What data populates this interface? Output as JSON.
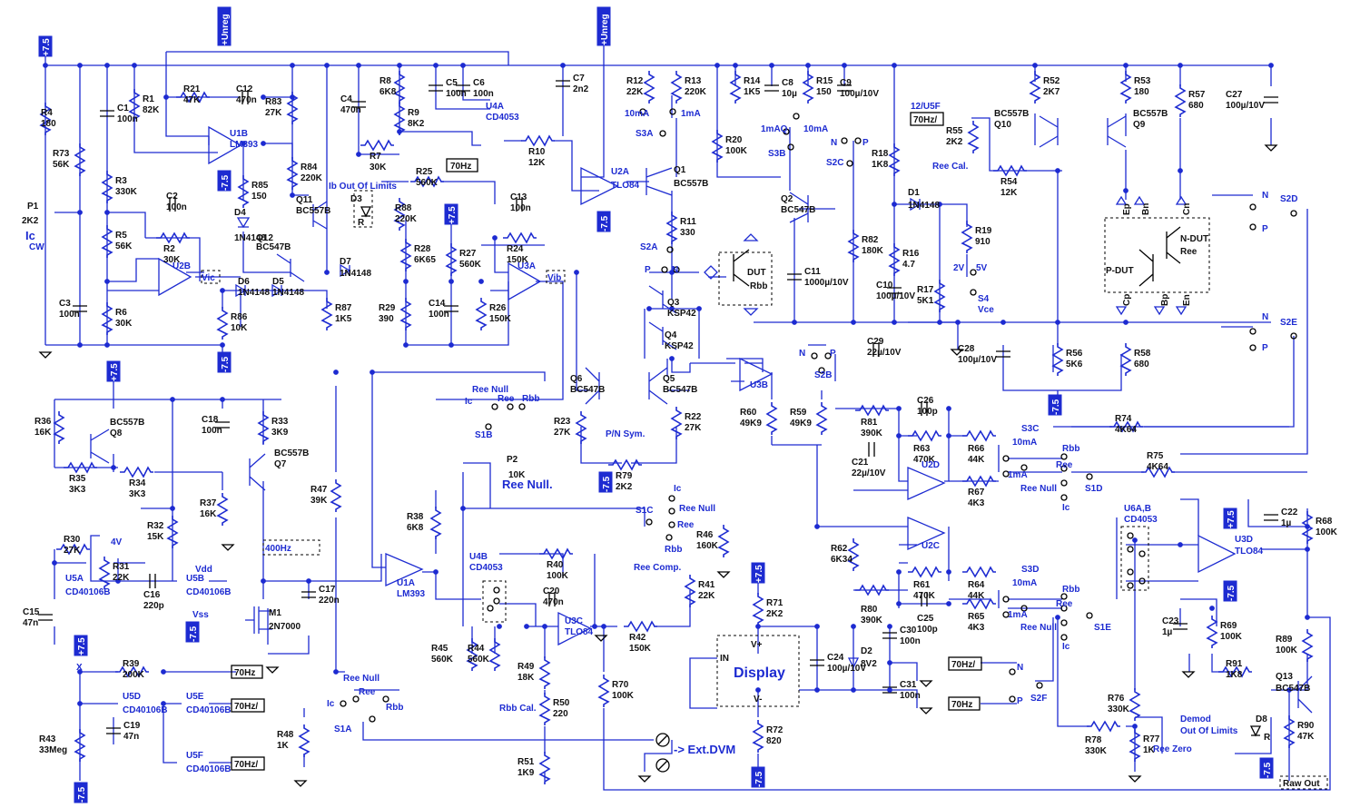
{
  "rails": {
    "pos": "+7.5",
    "neg": "-7.5",
    "unreg": "+Unreg"
  },
  "resistors": [
    {
      "ref": "R4",
      "val": "180"
    },
    {
      "ref": "R73",
      "val": "56K"
    },
    {
      "ref": "R1",
      "val": "82K"
    },
    {
      "ref": "R3",
      "val": "330K"
    },
    {
      "ref": "R5",
      "val": "56K"
    },
    {
      "ref": "R2",
      "val": "30K"
    },
    {
      "ref": "R6",
      "val": "30K"
    },
    {
      "ref": "R21",
      "val": "47K"
    },
    {
      "ref": "R83",
      "val": "27K"
    },
    {
      "ref": "R84",
      "val": "220K"
    },
    {
      "ref": "R85",
      "val": "150"
    },
    {
      "ref": "R86",
      "val": "10K"
    },
    {
      "ref": "R87",
      "val": "1K5"
    },
    {
      "ref": "R88",
      "val": "220K"
    },
    {
      "ref": "R8",
      "val": "6K8"
    },
    {
      "ref": "R9",
      "val": "8K2"
    },
    {
      "ref": "R7",
      "val": "30K"
    },
    {
      "ref": "R10",
      "val": "12K"
    },
    {
      "ref": "R25",
      "val": "560K"
    },
    {
      "ref": "R28",
      "val": "6K65"
    },
    {
      "ref": "R27",
      "val": "560K"
    },
    {
      "ref": "R29",
      "val": "390"
    },
    {
      "ref": "R24",
      "val": "150K"
    },
    {
      "ref": "R26",
      "val": "150K"
    },
    {
      "ref": "R12",
      "val": "22K"
    },
    {
      "ref": "R13",
      "val": "220K"
    },
    {
      "ref": "R11",
      "val": "330"
    },
    {
      "ref": "R20",
      "val": "100K"
    },
    {
      "ref": "R14",
      "val": "1K5"
    },
    {
      "ref": "R15",
      "val": "150"
    },
    {
      "ref": "R18",
      "val": "1K8"
    },
    {
      "ref": "R16",
      "val": "4.7"
    },
    {
      "ref": "R17",
      "val": "5K1"
    },
    {
      "ref": "R19",
      "val": "910"
    },
    {
      "ref": "R82",
      "val": "180K"
    },
    {
      "ref": "R52",
      "val": "2K7"
    },
    {
      "ref": "R53",
      "val": "180"
    },
    {
      "ref": "R55",
      "val": "2K2"
    },
    {
      "ref": "R54",
      "val": "12K"
    },
    {
      "ref": "R57",
      "val": "680"
    },
    {
      "ref": "R56",
      "val": "5K6"
    },
    {
      "ref": "R58",
      "val": "680"
    },
    {
      "ref": "R36",
      "val": "16K"
    },
    {
      "ref": "R35",
      "val": "3K3"
    },
    {
      "ref": "R34",
      "val": "3K3"
    },
    {
      "ref": "R33",
      "val": "3K9"
    },
    {
      "ref": "R37",
      "val": "16K"
    },
    {
      "ref": "R32",
      "val": "15K"
    },
    {
      "ref": "R47",
      "val": "39K"
    },
    {
      "ref": "R38",
      "val": "6K8"
    },
    {
      "ref": "R30",
      "val": "27K"
    },
    {
      "ref": "R31",
      "val": "22K"
    },
    {
      "ref": "R23",
      "val": "27K"
    },
    {
      "ref": "R22",
      "val": "27K"
    },
    {
      "ref": "R79",
      "val": "2K2"
    },
    {
      "ref": "R60",
      "val": "49K9"
    },
    {
      "ref": "R59",
      "val": "49K9"
    },
    {
      "ref": "R81",
      "val": "390K"
    },
    {
      "ref": "R63",
      "val": "470K"
    },
    {
      "ref": "R66",
      "val": "44K"
    },
    {
      "ref": "R67",
      "val": "4K3"
    },
    {
      "ref": "R74",
      "val": "4K64"
    },
    {
      "ref": "R75",
      "val": "4K64"
    },
    {
      "ref": "R62",
      "val": "6K34"
    },
    {
      "ref": "R61",
      "val": "470K"
    },
    {
      "ref": "R64",
      "val": "44K"
    },
    {
      "ref": "R80",
      "val": "390K"
    },
    {
      "ref": "R65",
      "val": "4K3"
    },
    {
      "ref": "R46",
      "val": "160K"
    },
    {
      "ref": "R41",
      "val": "22K"
    },
    {
      "ref": "R40",
      "val": "100K"
    },
    {
      "ref": "R42",
      "val": "150K"
    },
    {
      "ref": "R45",
      "val": "560K"
    },
    {
      "ref": "R44",
      "val": "560K"
    },
    {
      "ref": "R49",
      "val": "18K"
    },
    {
      "ref": "R50",
      "val": "220"
    },
    {
      "ref": "R51",
      "val": "1K9"
    },
    {
      "ref": "R70",
      "val": "100K"
    },
    {
      "ref": "R71",
      "val": "2K2"
    },
    {
      "ref": "R72",
      "val": "820"
    },
    {
      "ref": "R39",
      "val": "200K"
    },
    {
      "ref": "R43",
      "val": "33Meg"
    },
    {
      "ref": "R48",
      "val": "1K"
    },
    {
      "ref": "R68",
      "val": "100K"
    },
    {
      "ref": "R69",
      "val": "100K"
    },
    {
      "ref": "R91",
      "val": "1K8"
    },
    {
      "ref": "R89",
      "val": "100K"
    },
    {
      "ref": "R90",
      "val": "47K"
    },
    {
      "ref": "R76",
      "val": "330K"
    },
    {
      "ref": "R78",
      "val": "330K"
    },
    {
      "ref": "R77",
      "val": "1K"
    }
  ],
  "capacitors": [
    {
      "ref": "C1",
      "val": "100n"
    },
    {
      "ref": "C2",
      "val": "100n"
    },
    {
      "ref": "C3",
      "val": "100n"
    },
    {
      "ref": "C12",
      "val": "470n"
    },
    {
      "ref": "C4",
      "val": "470n"
    },
    {
      "ref": "C5",
      "val": "100n"
    },
    {
      "ref": "C6",
      "val": "100n"
    },
    {
      "ref": "C7",
      "val": "2n2"
    },
    {
      "ref": "C13",
      "val": "100n"
    },
    {
      "ref": "C14",
      "val": "100n"
    },
    {
      "ref": "C8",
      "val": "10µ"
    },
    {
      "ref": "C9",
      "val": "100µ/10V"
    },
    {
      "ref": "C11",
      "val": "1000µ/10V"
    },
    {
      "ref": "C10",
      "val": "100µ/10V"
    },
    {
      "ref": "C27",
      "val": "100µ/10V"
    },
    {
      "ref": "C28",
      "val": "100µ/10V"
    },
    {
      "ref": "C29",
      "val": "22µ/10V"
    },
    {
      "ref": "C26",
      "val": "100p"
    },
    {
      "ref": "C21",
      "val": "22µ/10V"
    },
    {
      "ref": "C25",
      "val": "100p"
    },
    {
      "ref": "C18",
      "val": "100n"
    },
    {
      "ref": "C16",
      "val": "220p"
    },
    {
      "ref": "C15",
      "val": "47n"
    },
    {
      "ref": "C17",
      "val": "220n"
    },
    {
      "ref": "C20",
      "val": "470n"
    },
    {
      "ref": "C19",
      "val": "47n"
    },
    {
      "ref": "C24",
      "val": "100µ/10V"
    },
    {
      "ref": "C30",
      "val": "100n"
    },
    {
      "ref": "C31",
      "val": "100n"
    },
    {
      "ref": "C22",
      "val": "1µ"
    },
    {
      "ref": "C23",
      "val": "1µ"
    }
  ],
  "semis": [
    {
      "ref": "U1B",
      "val": "LM393"
    },
    {
      "ref": "U1A",
      "val": "LM393"
    },
    {
      "ref": "U2A",
      "val": "TLO84"
    },
    {
      "ref": "U2B",
      "val": ""
    },
    {
      "ref": "U3A",
      "val": ""
    },
    {
      "ref": "U3B",
      "val": ""
    },
    {
      "ref": "U3C",
      "val": "TLO84"
    },
    {
      "ref": "U2C",
      "val": ""
    },
    {
      "ref": "U2D",
      "val": ""
    },
    {
      "ref": "U3D",
      "val": "TLO84"
    },
    {
      "ref": "U4A",
      "val": "CD4053"
    },
    {
      "ref": "U4B",
      "val": "CD4053"
    },
    {
      "ref": "U6A,B",
      "val": "CD4053"
    },
    {
      "ref": "U5A",
      "val": "CD40106B"
    },
    {
      "ref": "U5B",
      "val": "CD40106B"
    },
    {
      "ref": "U5D",
      "val": "CD40106B"
    },
    {
      "ref": "U5E",
      "val": "CD40106B"
    },
    {
      "ref": "U5F",
      "val": "CD40106B"
    },
    {
      "ref": "Q1",
      "val": "BC557B"
    },
    {
      "ref": "Q2",
      "val": "BC547B"
    },
    {
      "ref": "Q3",
      "val": "KSP42"
    },
    {
      "ref": "Q4",
      "val": "KSP42"
    },
    {
      "ref": "Q5",
      "val": "BC547B"
    },
    {
      "ref": "Q6",
      "val": "BC547B"
    },
    {
      "ref": "Q7",
      "val": "BC557B"
    },
    {
      "ref": "Q8",
      "val": "BC557B"
    },
    {
      "ref": "Q9",
      "val": "BC557B"
    },
    {
      "ref": "Q10",
      "val": "BC557B"
    },
    {
      "ref": "Q11",
      "val": "BC557B"
    },
    {
      "ref": "Q12",
      "val": "BC547B"
    },
    {
      "ref": "Q13",
      "val": "BC547B"
    },
    {
      "ref": "M1",
      "val": "2N7000"
    },
    {
      "ref": "D1",
      "val": "1N4148"
    },
    {
      "ref": "D2",
      "val": "8V2"
    },
    {
      "ref": "D4",
      "val": "1N4148"
    },
    {
      "ref": "D6",
      "val": "1N4148"
    },
    {
      "ref": "D5",
      "val": "1N4148"
    },
    {
      "ref": "D7",
      "val": "1N4148"
    }
  ],
  "labels": {
    "ic": "Ic",
    "cw": "CW",
    "p1": "P1",
    "p1val": "2K2",
    "p2": "P2",
    "p2val": "10K",
    "ree_null": "Ree Null.",
    "ib_limits": "Ib Out Of Limits",
    "d3": "D3",
    "r": "R",
    "d8": "D8",
    "f70": "70Hz",
    "f70u": "70Hz/",
    "f400": "400Hz",
    "f12": "12/U5F",
    "vic": "Vic",
    "vib": "Vib",
    "vdd": "Vdd",
    "vss": "Vss",
    "x": "X",
    "n": "N",
    "p": "P",
    "ma10": "10mA",
    "ma1": "1mA",
    "ma1q": "1mAQ",
    "s1a": "S1A",
    "s1b": "S1B",
    "s1c": "S1C",
    "s1d": "S1D",
    "s1e": "S1E",
    "s2a": "S2A",
    "s2b": "S2B",
    "s2c": "S2C",
    "s2d": "S2D",
    "s2e": "S2E",
    "s2f": "S2F",
    "s3a": "S3A",
    "s3b": "S3B",
    "s3c": "S3C",
    "s3d": "S3D",
    "s4": "S4",
    "vce": "Vce",
    "v2": "2V",
    "v5": "5V",
    "ree": "Ree",
    "rbb": "Rbb",
    "reenull": "Ree Null",
    "dut": "DUT",
    "pdut": "P-DUT",
    "ndut": "N-DUT",
    "ree_cal": "Ree Cal.",
    "rbb_cal": "Rbb Cal.",
    "ree_comp": "Ree Comp.",
    "pn_sym": "P/N Sym.",
    "display": "Display",
    "in": "IN",
    "vp": "V+",
    "vm": "V-",
    "ext_dvm": "-> Ext.DVM",
    "demod": "Demod",
    "out_limits": "Out Of Limits",
    "raw_out": "Raw Out",
    "ree_zero": "Ree Zero",
    "v4": "4V",
    "ep": "Ep",
    "bn": "Bn",
    "cn": "Cn",
    "cp": "Cp",
    "bp": "Bp",
    "en": "En"
  }
}
